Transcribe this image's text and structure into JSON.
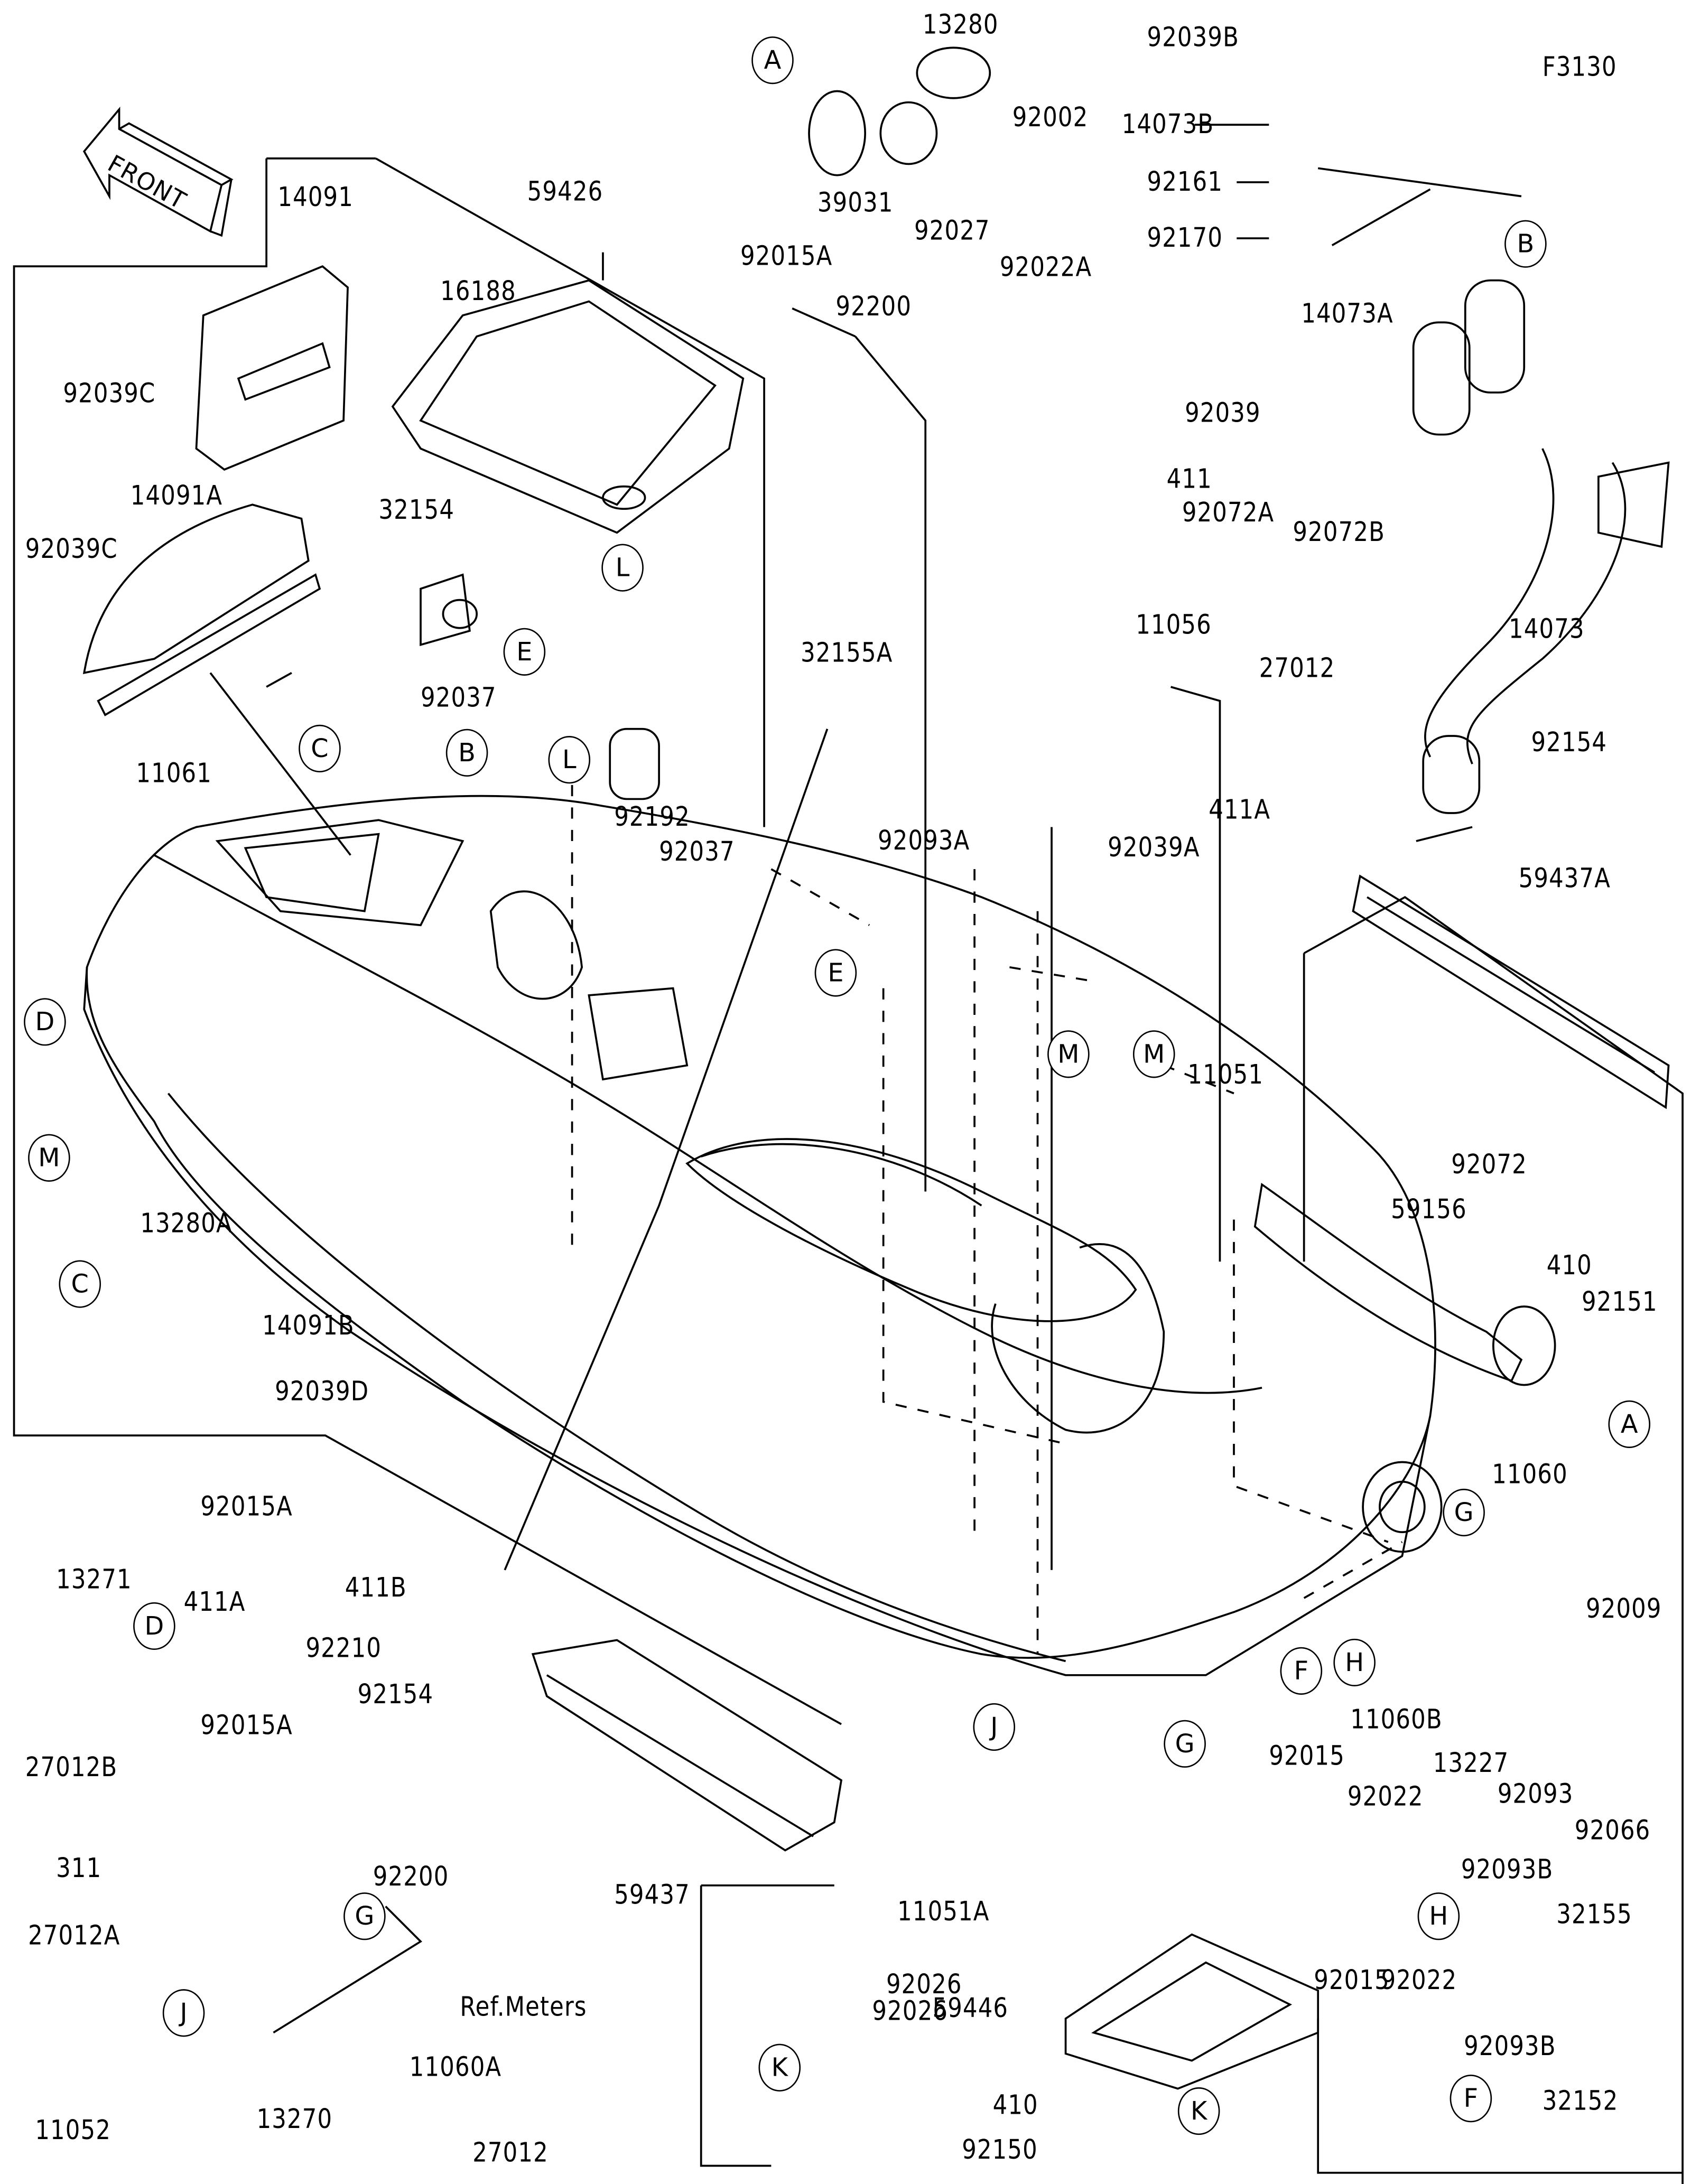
{
  "diagram_code": "F3130",
  "front_arrow_label": "FRONT",
  "part_labels": [
    "14073B",
    "92039B",
    "92161",
    "92170",
    "13280",
    "92002",
    "39031",
    "92027",
    "92022A",
    "14091",
    "59426",
    "16188",
    "92039C",
    "92015A",
    "92200",
    "92039",
    "411",
    "92072A",
    "11056",
    "14073A",
    "92072B",
    "14073",
    "27012",
    "14091A",
    "92039C",
    "32154",
    "92037",
    "92192",
    "92037",
    "11061",
    "32155A",
    "92093A",
    "92039A",
    "411A",
    "92154",
    "59437A",
    "11051",
    "92072",
    "59156",
    "410",
    "92151",
    "13280A",
    "14091B",
    "92039D",
    "11060",
    "92009",
    "92015A",
    "13271",
    "411A",
    "411B",
    "92210",
    "27012B",
    "92154",
    "11060B",
    "13227",
    "92093",
    "92066",
    "92015",
    "92022",
    "92015A",
    "311",
    "92200",
    "27012A",
    "59437",
    "11051A",
    "92093B",
    "32155",
    "Ref.Meters",
    "92026",
    "92026",
    "11052",
    "11060A",
    "13270",
    "27012",
    "59446",
    "410",
    "92150",
    "92015",
    "92022",
    "92093B",
    "32152"
  ],
  "reference_markers": [
    "A",
    "A",
    "B",
    "B",
    "C",
    "C",
    "D",
    "D",
    "E",
    "E",
    "L",
    "L",
    "M",
    "M",
    "M",
    "G",
    "G",
    "G",
    "F",
    "F",
    "H",
    "H",
    "J",
    "J",
    "K",
    "K"
  ]
}
